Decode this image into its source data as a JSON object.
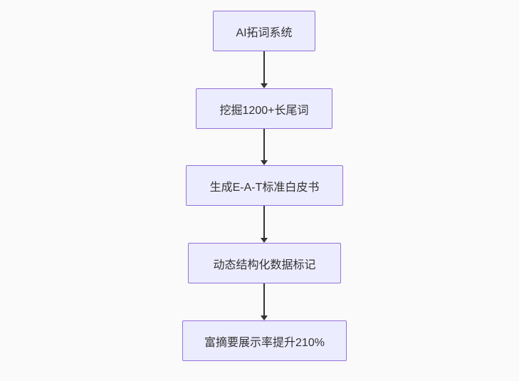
{
  "diagram": {
    "type": "flowchart",
    "direction": "top-down",
    "colors": {
      "node_fill": "#ececff",
      "node_border": "#9370db",
      "edge": "#333333",
      "text": "#333333",
      "background": "#fafafa"
    },
    "nodes": [
      {
        "id": "node-1",
        "label": "AI拓词系统"
      },
      {
        "id": "node-2",
        "label": "挖掘1200+长尾词"
      },
      {
        "id": "node-3",
        "label": "生成E-A-T标准白皮书"
      },
      {
        "id": "node-4",
        "label": "动态结构化数据标记"
      },
      {
        "id": "node-5",
        "label": "富摘要展示率提升210%"
      }
    ],
    "edges": [
      {
        "from": "node-1",
        "to": "node-2"
      },
      {
        "from": "node-2",
        "to": "node-3"
      },
      {
        "from": "node-3",
        "to": "node-4"
      },
      {
        "from": "node-4",
        "to": "node-5"
      }
    ]
  }
}
